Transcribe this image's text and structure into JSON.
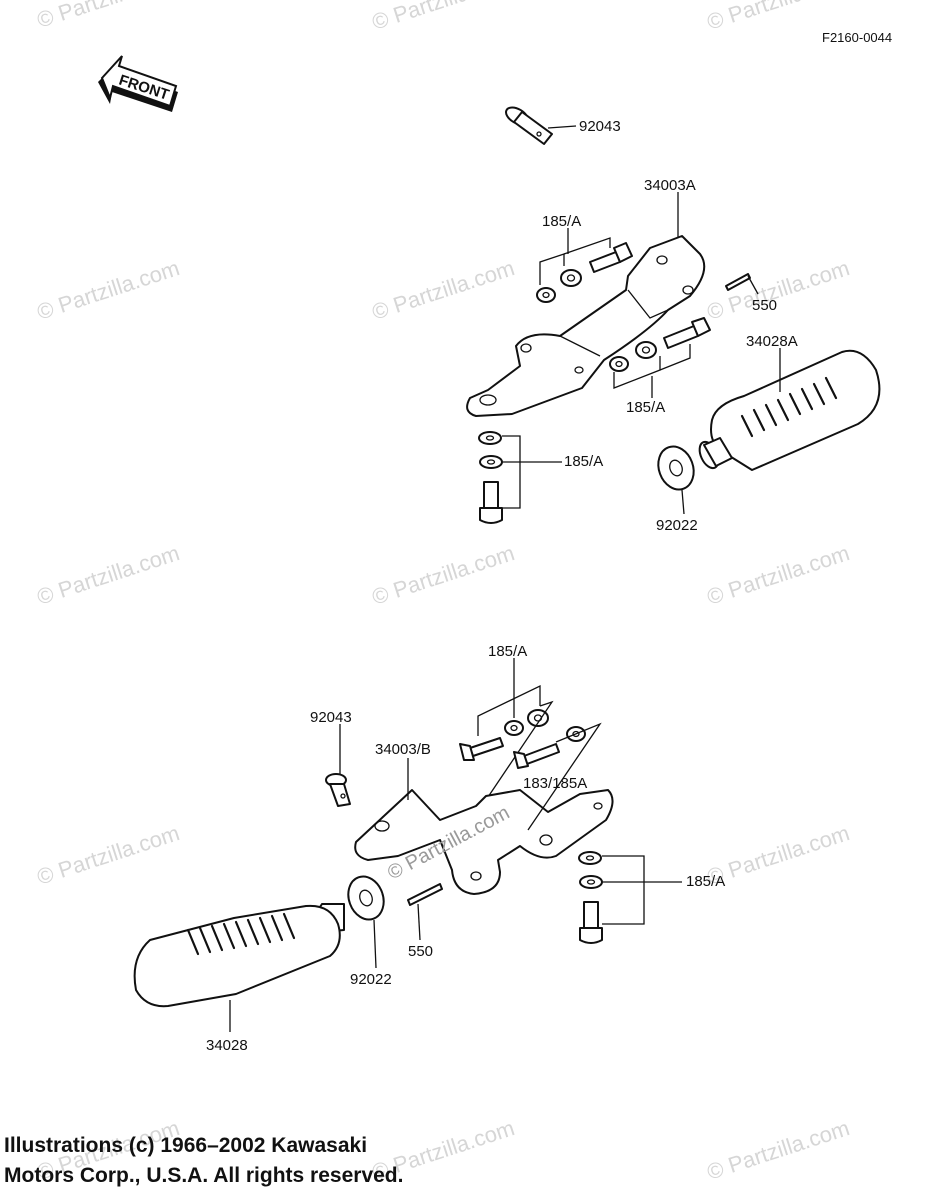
{
  "figure_code": "F2160-0044",
  "front_arrow_label": "FRONT",
  "watermark": "© Partzilla.com",
  "upper_assembly": {
    "pin": "92043",
    "bracket": "34003A",
    "washers_top": "185/A",
    "cotter_pin": "550",
    "washers_mid": "185/A",
    "footpeg": "34028A",
    "washers_lower": "185/A",
    "washer": "92022"
  },
  "lower_assembly": {
    "washers_top": "185/A",
    "pin": "92043",
    "bracket": "34003/B",
    "bolt_set": "183/185A",
    "washers_right": "185/A",
    "cotter_pin": "550",
    "washer": "92022",
    "footpeg": "34028"
  },
  "copyright": {
    "line1": "Illustrations (c) 1966–2002 Kawasaki",
    "line2": "Motors Corp., U.S.A.  All rights reserved."
  }
}
